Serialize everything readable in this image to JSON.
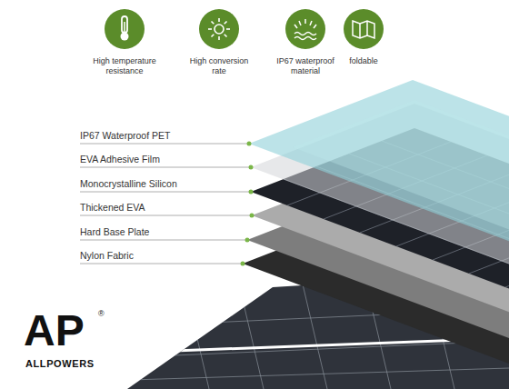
{
  "diagram": {
    "labels": [
      "High temperature resistance",
      "High conversion rate",
      "IP67 waterproof material",
      "foldable",
      "IP67 Waterproof PET",
      "EVA Adhesive Film",
      "Monocrystalline Silicon",
      "Thickened EVA",
      "Hard Base Plate",
      "Nylon Fabric",
      "AP",
      "®",
      "ALLPOWERS"
    ]
  }
}
